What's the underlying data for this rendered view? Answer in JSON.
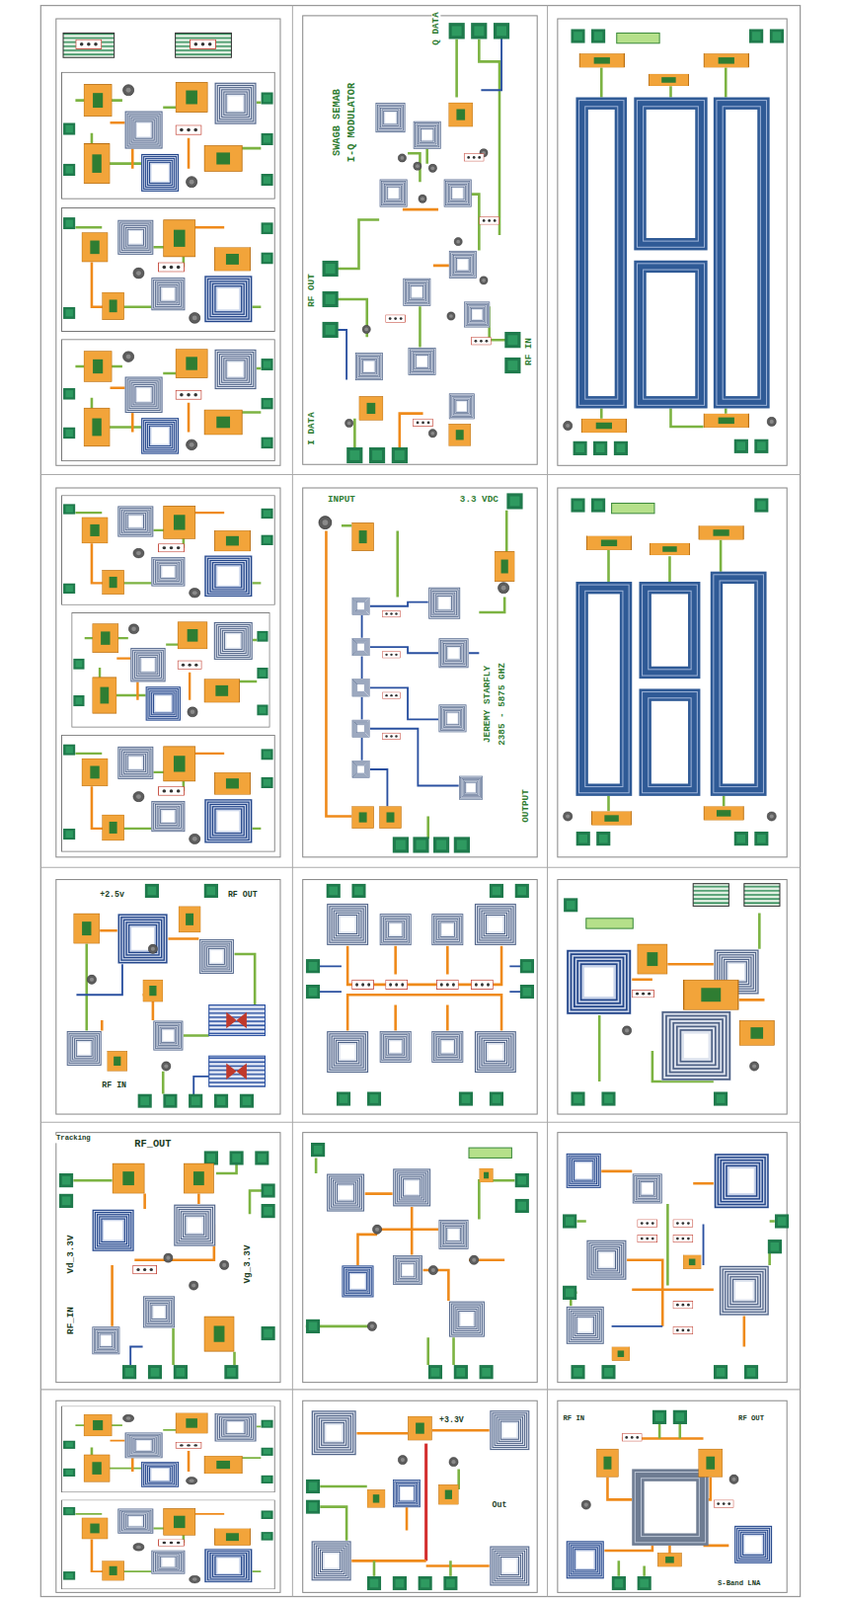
{
  "diagram": {
    "labels": [
      "SWAGB SEMAB",
      "I-Q MODULATOR",
      "Q DATA",
      "RF OUT",
      "I DATA",
      "RF IN",
      "INPUT",
      "3.3 VDC",
      "JEREMY STARFLY",
      "2385 - 5875 GHZ",
      "OUTPUT",
      "+2.5v",
      "RF OUT",
      "RF IN",
      "Tracking",
      "RF_OUT",
      "Vd_3.3V",
      "Vg_3.3V",
      "RF_IN",
      "+3.3V",
      "Out",
      "RF IN",
      "RF OUT",
      "S-Band LNA"
    ]
  }
}
